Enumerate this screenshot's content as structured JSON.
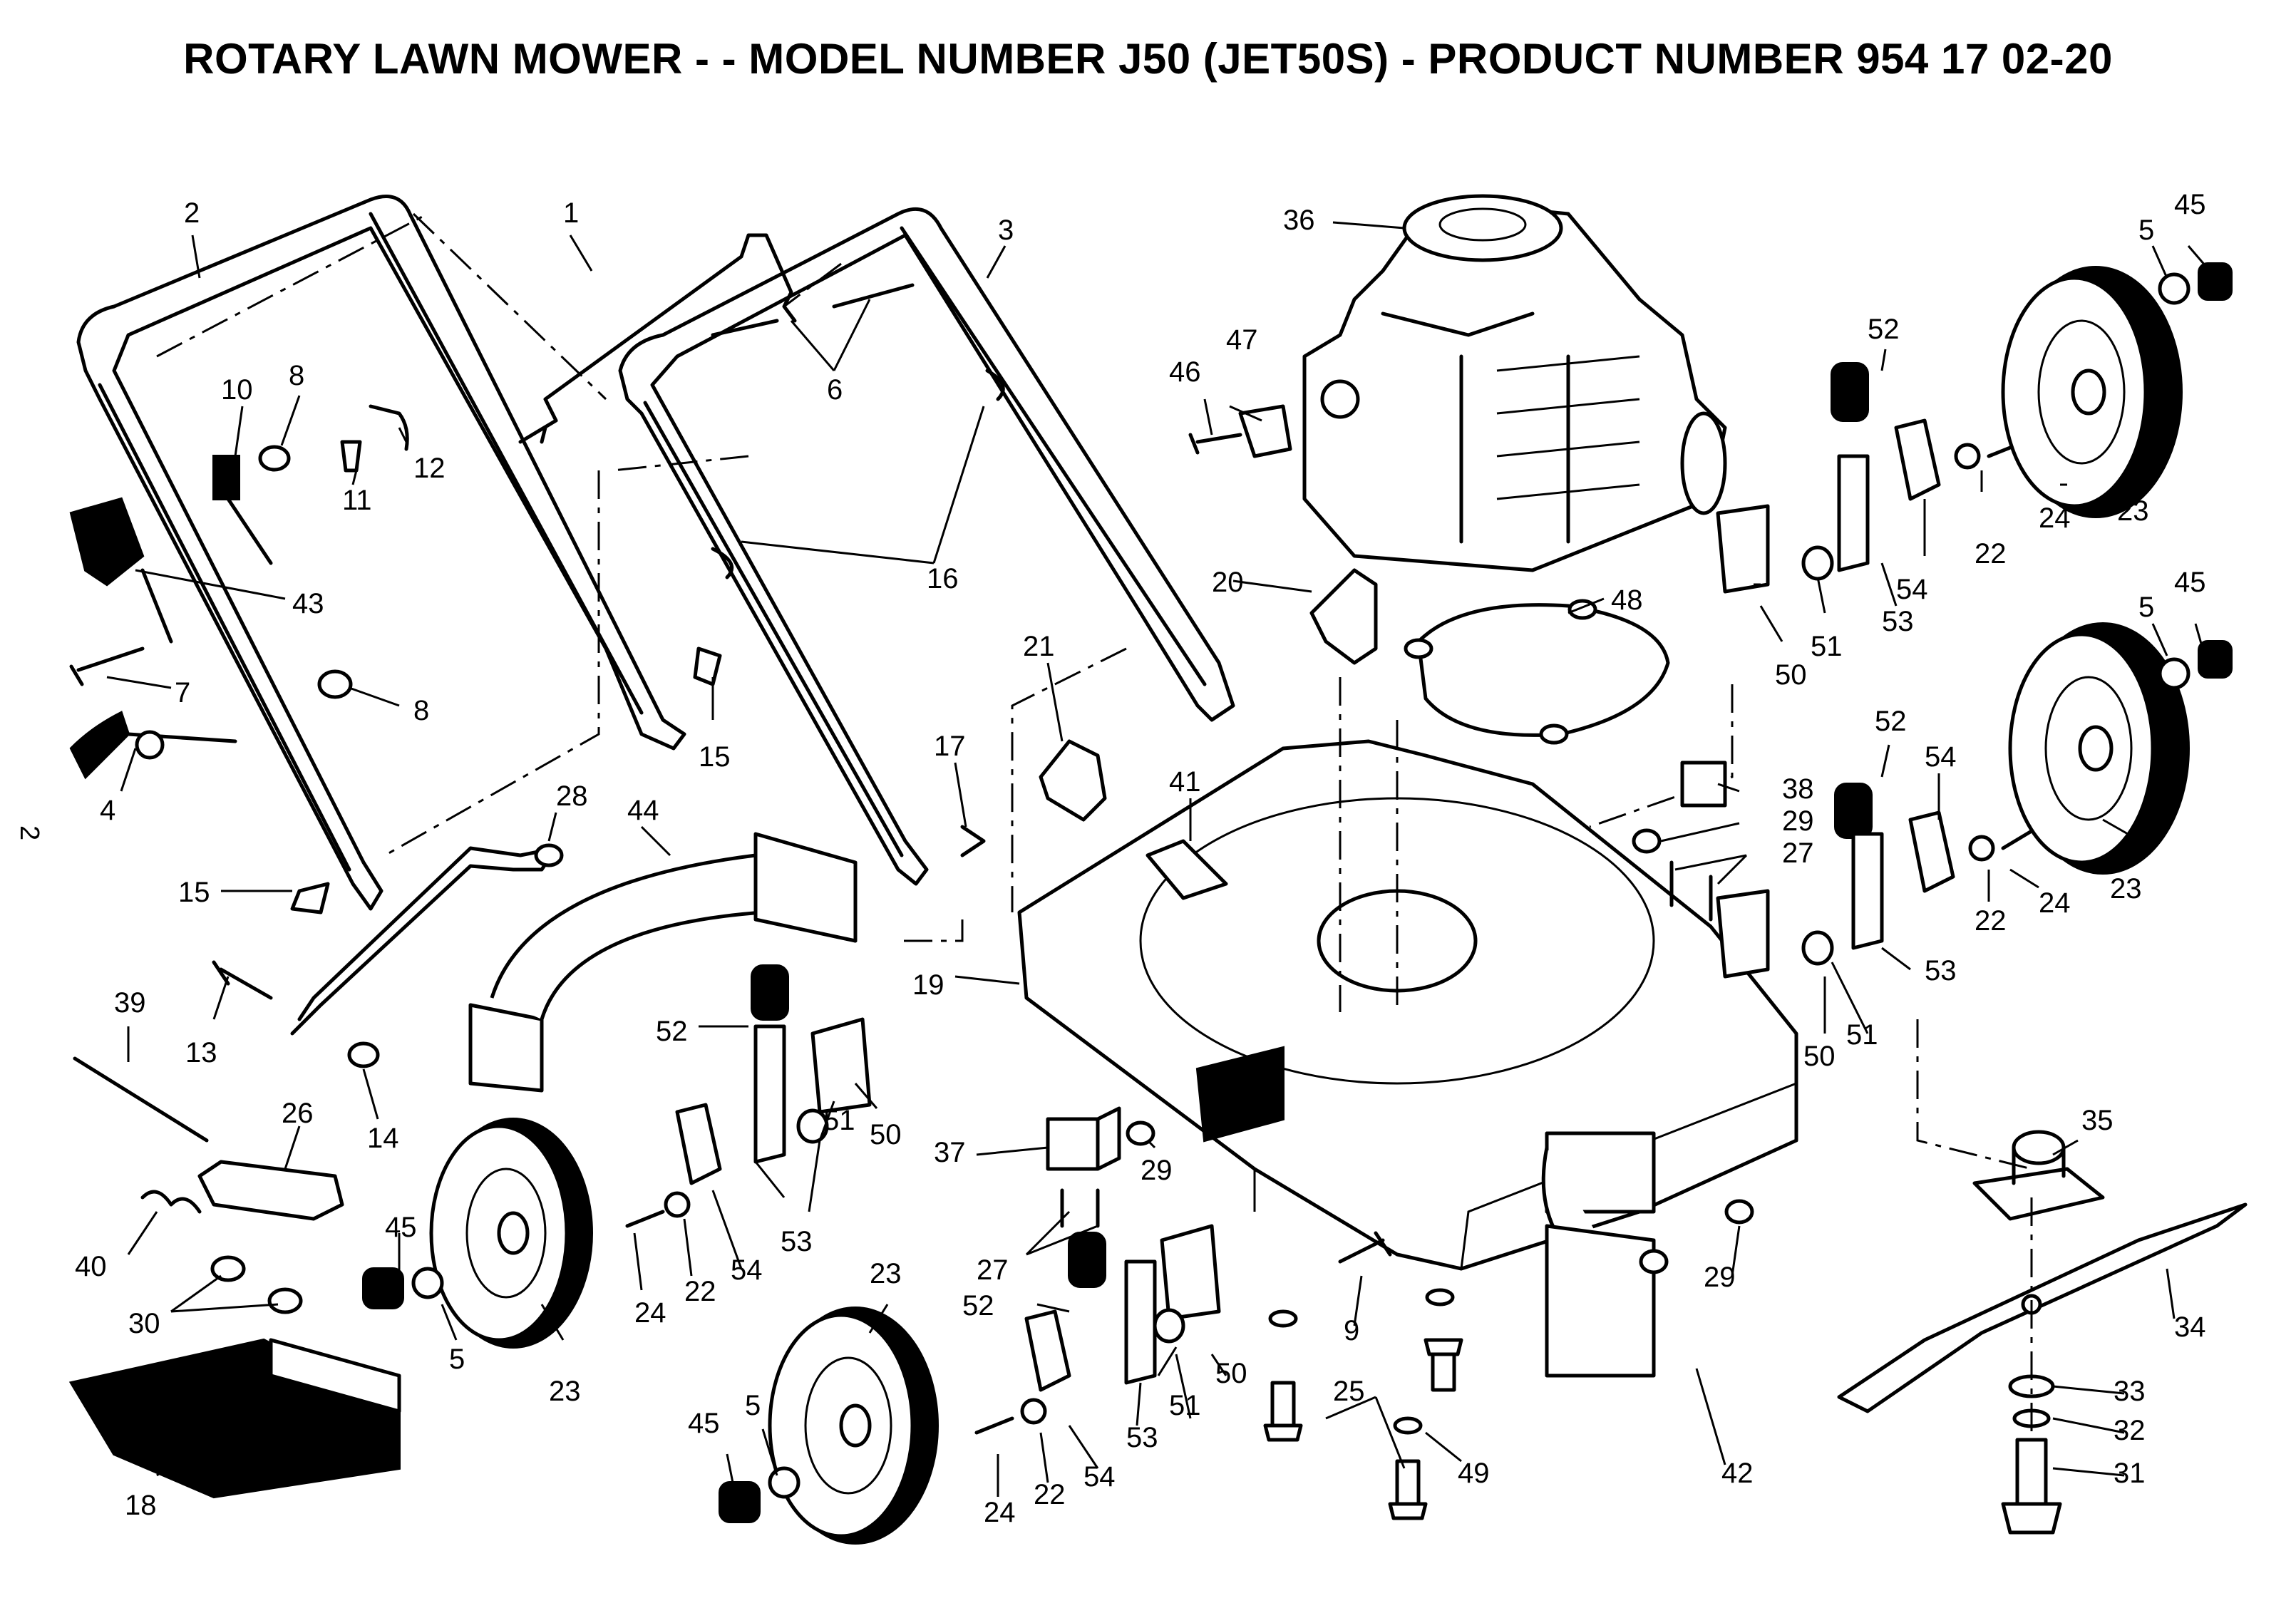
{
  "title": "ROTARY LAWN MOWER - - MODEL NUMBER J50 (JET50S) - PRODUCT NUMBER 954 17 02-20",
  "page_number": "2",
  "callouts": [
    {
      "id": "c-2",
      "text": "2"
    },
    {
      "id": "c-1",
      "text": "1"
    },
    {
      "id": "c-3",
      "text": "3"
    },
    {
      "id": "c-36",
      "text": "36"
    },
    {
      "id": "c-45a",
      "text": "45"
    },
    {
      "id": "c-5a",
      "text": "5"
    },
    {
      "id": "c-10",
      "text": "10"
    },
    {
      "id": "c-8a",
      "text": "8"
    },
    {
      "id": "c-6",
      "text": "6"
    },
    {
      "id": "c-47",
      "text": "47"
    },
    {
      "id": "c-46",
      "text": "46"
    },
    {
      "id": "c-52a",
      "text": "52"
    },
    {
      "id": "c-11",
      "text": "11"
    },
    {
      "id": "c-12",
      "text": "12"
    },
    {
      "id": "c-16",
      "text": "16"
    },
    {
      "id": "c-24a",
      "text": "24"
    },
    {
      "id": "c-23a",
      "text": "23"
    },
    {
      "id": "c-22a",
      "text": "22"
    },
    {
      "id": "c-54a",
      "text": "54"
    },
    {
      "id": "c-43",
      "text": "43"
    },
    {
      "id": "c-20",
      "text": "20"
    },
    {
      "id": "c-48",
      "text": "48"
    },
    {
      "id": "c-45b",
      "text": "45"
    },
    {
      "id": "c-5b",
      "text": "5"
    },
    {
      "id": "c-53a",
      "text": "53"
    },
    {
      "id": "c-50a",
      "text": "50"
    },
    {
      "id": "c-51a",
      "text": "51"
    },
    {
      "id": "c-7",
      "text": "7"
    },
    {
      "id": "c-8b",
      "text": "8"
    },
    {
      "id": "c-21",
      "text": "21"
    },
    {
      "id": "c-15a",
      "text": "15"
    },
    {
      "id": "c-52b",
      "text": "52"
    },
    {
      "id": "c-54b",
      "text": "54"
    },
    {
      "id": "c-17",
      "text": "17"
    },
    {
      "id": "c-4",
      "text": "4"
    },
    {
      "id": "c-28",
      "text": "28"
    },
    {
      "id": "c-44",
      "text": "44"
    },
    {
      "id": "c-41",
      "text": "41"
    },
    {
      "id": "c-38",
      "text": "38"
    },
    {
      "id": "c-29a",
      "text": "29"
    },
    {
      "id": "c-27a",
      "text": "27"
    },
    {
      "id": "c-23b",
      "text": "23"
    },
    {
      "id": "c-15b",
      "text": "15"
    },
    {
      "id": "c-24b",
      "text": "24"
    },
    {
      "id": "c-22b",
      "text": "22"
    },
    {
      "id": "c-19",
      "text": "19"
    },
    {
      "id": "c-53b",
      "text": "53"
    },
    {
      "id": "c-39",
      "text": "39"
    },
    {
      "id": "c-13",
      "text": "13"
    },
    {
      "id": "c-52c",
      "text": "52"
    },
    {
      "id": "c-50b",
      "text": "50"
    },
    {
      "id": "c-51b",
      "text": "51"
    },
    {
      "id": "c-14",
      "text": "14"
    },
    {
      "id": "c-26",
      "text": "26"
    },
    {
      "id": "c-37",
      "text": "37"
    },
    {
      "id": "c-29b",
      "text": "29"
    },
    {
      "id": "c-35",
      "text": "35"
    },
    {
      "id": "c-51c",
      "text": "51"
    },
    {
      "id": "c-50c",
      "text": "50"
    },
    {
      "id": "c-53c",
      "text": "53"
    },
    {
      "id": "c-40",
      "text": "40"
    },
    {
      "id": "c-45c",
      "text": "45"
    },
    {
      "id": "c-27b",
      "text": "27"
    },
    {
      "id": "c-29c",
      "text": "29"
    },
    {
      "id": "c-30",
      "text": "30"
    },
    {
      "id": "c-24c",
      "text": "24"
    },
    {
      "id": "c-22c",
      "text": "22"
    },
    {
      "id": "c-54c",
      "text": "54"
    },
    {
      "id": "c-23c",
      "text": "23"
    },
    {
      "id": "c-52d",
      "text": "52"
    },
    {
      "id": "c-5c",
      "text": "5"
    },
    {
      "id": "c-9",
      "text": "9"
    },
    {
      "id": "c-34",
      "text": "34"
    },
    {
      "id": "c-23d",
      "text": "23"
    },
    {
      "id": "c-50d",
      "text": "50"
    },
    {
      "id": "c-18",
      "text": "18"
    },
    {
      "id": "c-51d",
      "text": "51"
    },
    {
      "id": "c-25",
      "text": "25"
    },
    {
      "id": "c-33",
      "text": "33"
    },
    {
      "id": "c-45d",
      "text": "45"
    },
    {
      "id": "c-5d",
      "text": "5"
    },
    {
      "id": "c-53d",
      "text": "53"
    },
    {
      "id": "c-42",
      "text": "42"
    },
    {
      "id": "c-32",
      "text": "32"
    },
    {
      "id": "c-24d",
      "text": "24"
    },
    {
      "id": "c-22d",
      "text": "22"
    },
    {
      "id": "c-54d",
      "text": "54"
    },
    {
      "id": "c-49",
      "text": "49"
    },
    {
      "id": "c-31",
      "text": "31"
    }
  ]
}
